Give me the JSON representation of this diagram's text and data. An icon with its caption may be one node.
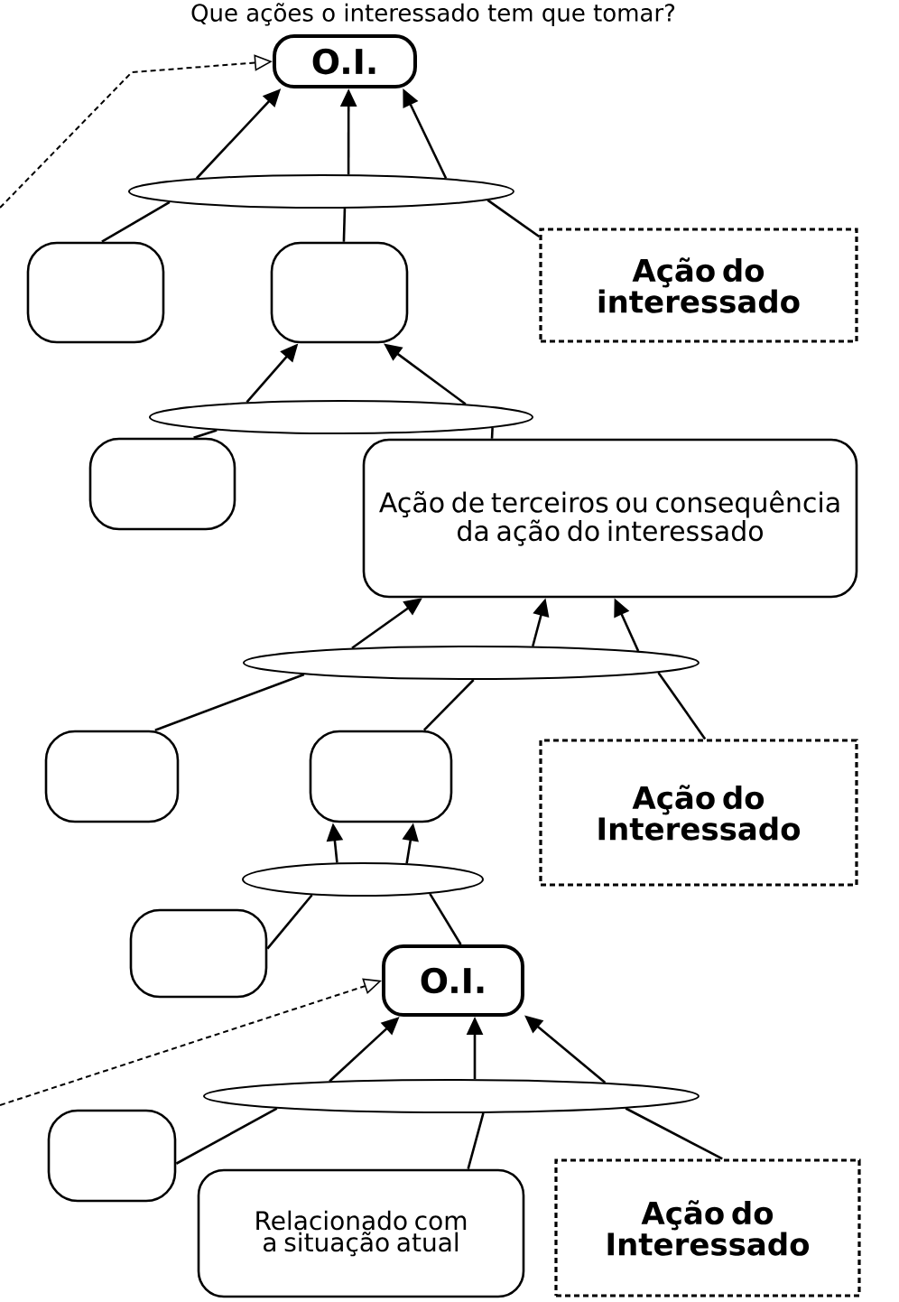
{
  "diagram": {
    "title": "Que ações o interessado tem que tomar?",
    "nodes": [
      {
        "text": [
          "O.I."
        ]
      },
      {
        "text": [],
        "shape": "ellipse"
      },
      {
        "text": [],
        "shape": "box"
      },
      {
        "text": [],
        "shape": "box"
      },
      {
        "text": [
          "Ação do interessado"
        ]
      },
      {
        "text": [],
        "shape": "ellipse"
      },
      {
        "text": [],
        "shape": "box"
      },
      {
        "text": [
          "Ação de terceiros ou consequência da ação do interessado"
        ]
      },
      {
        "text": [],
        "shape": "ellipse"
      },
      {
        "text": [],
        "shape": "box"
      },
      {
        "text": [],
        "shape": "box"
      },
      {
        "text": [
          "Ação do Interessado"
        ]
      },
      {
        "text": [],
        "shape": "ellipse"
      },
      {
        "text": [],
        "shape": "box"
      },
      {
        "text": [
          "O.I."
        ]
      },
      {
        "text": [],
        "shape": "ellipse"
      },
      {
        "text": [],
        "shape": "box"
      },
      {
        "text": [
          "Relacionado com a situação atual"
        ]
      },
      {
        "text": [
          "Ação do Interessado"
        ]
      }
    ],
    "edges": [
      {
        "from": 2,
        "to": 1,
        "arrow": "none"
      },
      {
        "from": 3,
        "to": 1,
        "arrow": "none"
      },
      {
        "from": 4,
        "to": 1,
        "arrow": "none"
      },
      {
        "from": 1,
        "to": 0,
        "arrow": "to"
      },
      {
        "from": 1,
        "to": 0,
        "arrow": "to"
      },
      {
        "from": 1,
        "to": 0,
        "arrow": "to"
      },
      {
        "from": null,
        "to": 0,
        "arrow": "to",
        "style": "dashed"
      },
      {
        "from": 5,
        "to": 3,
        "arrow": "to"
      },
      {
        "from": 5,
        "to": 3,
        "arrow": "to"
      },
      {
        "from": 6,
        "to": 5,
        "arrow": "none"
      },
      {
        "from": 7,
        "to": 5,
        "arrow": "none"
      },
      {
        "from": 8,
        "to": 7,
        "arrow": "to"
      },
      {
        "from": 8,
        "to": 7,
        "arrow": "to"
      },
      {
        "from": 8,
        "to": 7,
        "arrow": "to"
      },
      {
        "from": 9,
        "to": 8,
        "arrow": "none"
      },
      {
        "from": 10,
        "to": 8,
        "arrow": "none"
      },
      {
        "from": 11,
        "to": 8,
        "arrow": "none"
      },
      {
        "from": 12,
        "to": 10,
        "arrow": "to"
      },
      {
        "from": 12,
        "to": 10,
        "arrow": "to"
      },
      {
        "from": 13,
        "to": 12,
        "arrow": "none"
      },
      {
        "from": 14,
        "to": 12,
        "arrow": "none"
      },
      {
        "from": null,
        "to": 14,
        "arrow": "to",
        "style": "dashed"
      },
      {
        "from": 15,
        "to": 14,
        "arrow": "to"
      },
      {
        "from": 15,
        "to": 14,
        "arrow": "to"
      },
      {
        "from": 15,
        "to": 14,
        "arrow": "to"
      },
      {
        "from": 16,
        "to": 15,
        "arrow": "none"
      },
      {
        "from": 17,
        "to": 15,
        "arrow": "none"
      },
      {
        "from": 18,
        "to": 15,
        "arrow": "none"
      }
    ]
  }
}
